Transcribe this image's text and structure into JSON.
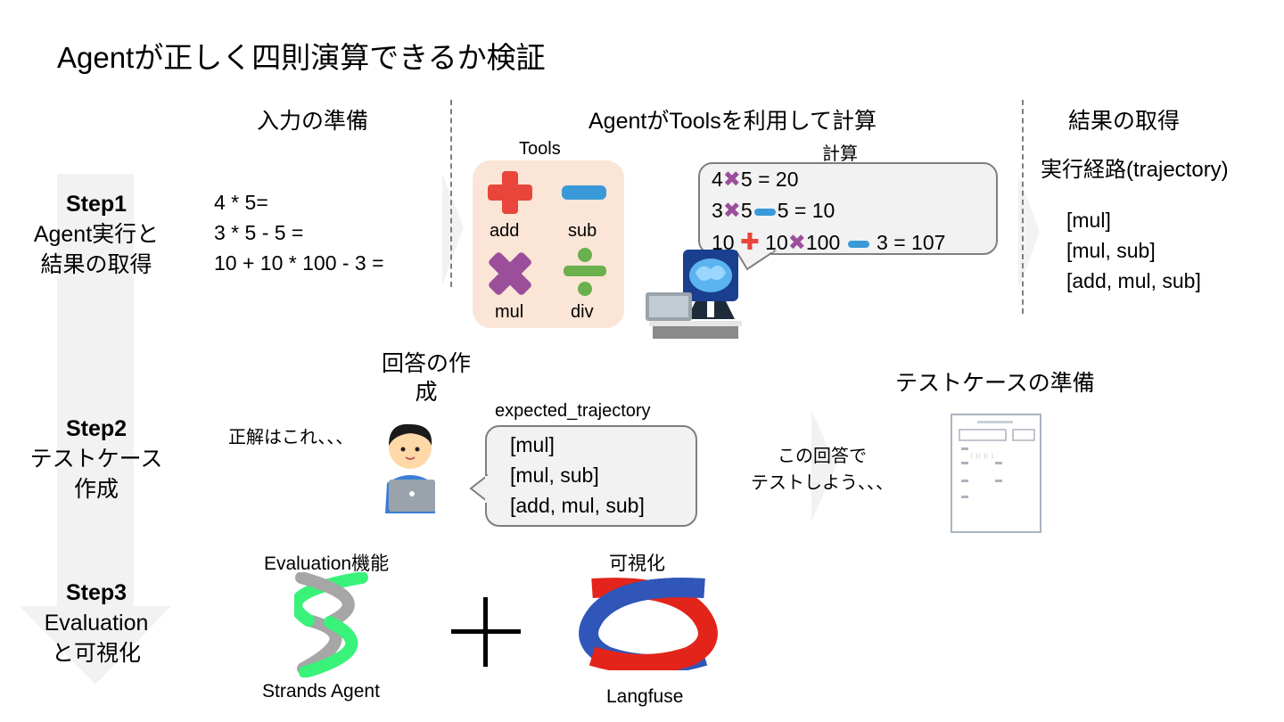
{
  "title": "Agentが正しく四則演算できるか検証",
  "steps": [
    {
      "label": "Step1",
      "lines": [
        "Agent実行と",
        "結果の取得"
      ]
    },
    {
      "label": "Step2",
      "lines": [
        "テストケース",
        "作成"
      ]
    },
    {
      "label": "Step3",
      "lines": [
        "Evaluation",
        "と可視化"
      ]
    }
  ],
  "step1": {
    "input_header": "入力の準備",
    "inputs": [
      "4 * 5=",
      "3 * 5 - 5 =",
      "10 + 10 * 100 - 3 ="
    ],
    "agent_header": "AgentがToolsを利用して計算",
    "tools_label": "Tools",
    "tools": [
      {
        "name": "add",
        "icon": "plus-icon",
        "color": "#e8463b"
      },
      {
        "name": "sub",
        "icon": "minus-icon",
        "color": "#3a9ad9"
      },
      {
        "name": "mul",
        "icon": "times-icon",
        "color": "#9b4f9b"
      },
      {
        "name": "div",
        "icon": "divide-icon",
        "color": "#6ab04c"
      }
    ],
    "calc_label": "計算",
    "calc_lines": [
      {
        "a": "4",
        "b": "5 = 20"
      },
      {
        "a": "3",
        "b": "5",
        "c": "5 = 10"
      },
      {
        "a": "10",
        "b": "10",
        "c": "100",
        "d": "3 = 107"
      }
    ],
    "result_header": "結果の取得",
    "trajectory_label": "実行経路(trajectory)",
    "trajectories": [
      "[mul]",
      "[mul, sub]",
      "[add, mul, sub]"
    ]
  },
  "step2": {
    "answer_header_line1": "回答の作",
    "answer_header_line2": "成",
    "speech": "正解はこれ、、、",
    "expected_label": "expected_trajectory",
    "expected": [
      "[mul]",
      "[mul, sub]",
      "[add, mul, sub]"
    ],
    "testcase_header": "テストケースの準備",
    "test_note_line1": "この回答で",
    "test_note_line2": "テストしよう、、、"
  },
  "step3": {
    "evaluation_label": "Evaluation機能",
    "strands_label": "Strands Agent",
    "plus_sign": "+",
    "visual_label": "可視化",
    "langfuse_label": "Langfuse"
  },
  "colors": {
    "arrow_gray": "#f2f2f2",
    "toolbox_bg": "#fbe5d6",
    "strands_green": "#39f27a",
    "langfuse_red": "#e3241b",
    "langfuse_blue": "#2f56b8"
  }
}
